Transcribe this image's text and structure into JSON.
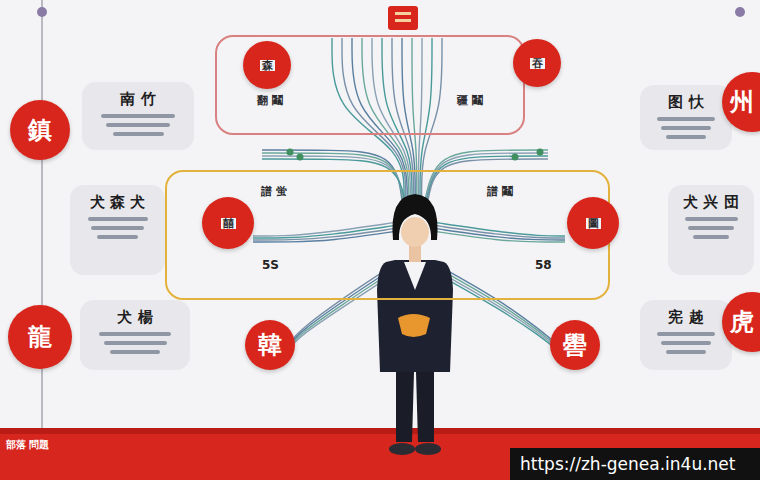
{
  "diagram": {
    "nodes": [
      {
        "text": [
          "鎮"
        ]
      },
      {
        "text": [
          "南 竹"
        ]
      },
      {
        "text": [
          "犬 森 犬"
        ]
      },
      {
        "text": [
          "龍"
        ]
      },
      {
        "text": [
          "犬 楊"
        ]
      },
      {
        "text": [
          "翻 鬮",
          "疆 鬮"
        ]
      },
      {
        "text": [
          "森"
        ],
        "in": 5
      },
      {
        "text": [
          "吞"
        ],
        "in": 5
      },
      {
        "text": [
          "譜 蛍",
          "譜 鬮"
        ]
      },
      {
        "text": [
          "囍"
        ],
        "in": 8
      },
      {
        "text": [
          "圖"
        ],
        "in": 8
      },
      {
        "text": [
          "韓"
        ]
      },
      {
        "text": [
          "嚳"
        ]
      },
      {
        "text": [
          "图 忕"
        ]
      },
      {
        "text": [
          "州"
        ]
      },
      {
        "text": [
          "犬 兴 団"
        ]
      },
      {
        "text": [
          "宪 趀"
        ]
      },
      {
        "text": [
          "虎"
        ]
      }
    ],
    "labels": [
      "5S",
      "58",
      "部落 問題",
      "https://zh-genea.in4u.net"
    ]
  }
}
